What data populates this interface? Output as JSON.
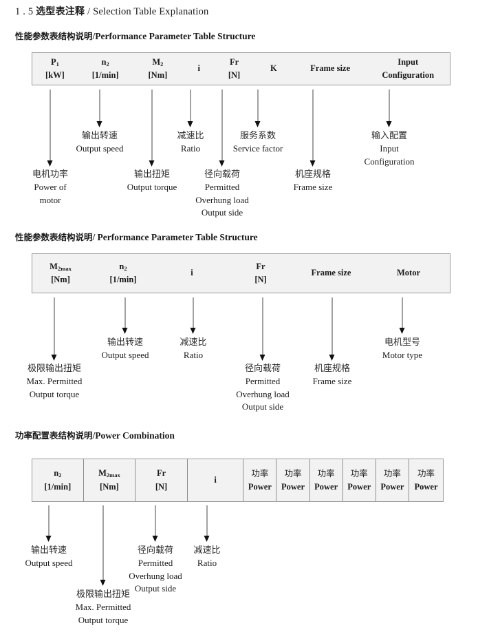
{
  "document": {
    "title_number": "1 . 5",
    "title_cn": "选型表注释",
    "title_sep": "/",
    "title_en": "Selection Table Explanation"
  },
  "sections": [
    {
      "heading_cn": "性能参数表结构说明",
      "heading_sep": "/",
      "heading_en": "Performance Parameter Table Structure",
      "table": {
        "divided": false,
        "columns": [
          {
            "line1": "P",
            "sub1": "1",
            "line2": "[kW]"
          },
          {
            "line1": "n",
            "sub1": "2",
            "line2": "[1/min]"
          },
          {
            "line1": "M",
            "sub1": "2",
            "line2": "[Nm]"
          },
          {
            "line1": "i",
            "sub1": "",
            "line2": ""
          },
          {
            "line1": "Fr",
            "sub1": "",
            "line2": "[N]"
          },
          {
            "line1": "K",
            "sub1": "",
            "line2": ""
          },
          {
            "line1": "Frame size",
            "sub1": "",
            "line2": ""
          },
          {
            "line1": "Input",
            "sub1": "",
            "line2": "Configuration"
          }
        ]
      },
      "annotations": [
        {
          "cn": "电机功率",
          "en": [
            "Power of",
            "motor"
          ]
        },
        {
          "cn": "输出转速",
          "en": [
            "Output speed"
          ]
        },
        {
          "cn": "输出扭矩",
          "en": [
            "Output torque"
          ]
        },
        {
          "cn": "减速比",
          "en": [
            "Ratio"
          ]
        },
        {
          "cn": "径向载荷",
          "en": [
            "Permitted",
            "Overhung load",
            "Output side"
          ]
        },
        {
          "cn": "服务系数",
          "en": [
            "Service factor"
          ]
        },
        {
          "cn": "机座规格",
          "en": [
            "Frame size"
          ]
        },
        {
          "cn": "输入配置",
          "en": [
            "Input",
            "Configuration"
          ]
        }
      ]
    },
    {
      "heading_cn": "性能参数表结构说明",
      "heading_sep": "/",
      "heading_en": "Performance Parameter Table Structure",
      "table": {
        "divided": false,
        "columns": [
          {
            "line1": "M",
            "sub1": "2max",
            "line2": "[Nm]"
          },
          {
            "line1": "n",
            "sub1": "2",
            "line2": "[1/min]"
          },
          {
            "line1": "i",
            "sub1": "",
            "line2": ""
          },
          {
            "line1": "Fr",
            "sub1": "",
            "line2": "[N]"
          },
          {
            "line1": "Frame size",
            "sub1": "",
            "line2": ""
          },
          {
            "line1": "Motor",
            "sub1": "",
            "line2": ""
          }
        ]
      },
      "annotations": [
        {
          "cn": "极限输出扭矩",
          "en": [
            "Max. Permitted",
            "Output  torque"
          ]
        },
        {
          "cn": "输出转速",
          "en": [
            "Output speed"
          ]
        },
        {
          "cn": "减速比",
          "en": [
            "Ratio"
          ]
        },
        {
          "cn": "径向载荷",
          "en": [
            "Permitted",
            "Overhung load",
            "Output side"
          ]
        },
        {
          "cn": "机座规格",
          "en": [
            "Frame size"
          ]
        },
        {
          "cn": "电机型号",
          "en": [
            "Motor type"
          ]
        }
      ]
    },
    {
      "heading_cn": "功率配置表结构说明",
      "heading_sep": "/",
      "heading_en": "Power Combination",
      "table": {
        "divided": true,
        "columns": [
          {
            "line1": "n",
            "sub1": "2",
            "line2": "[1/min]"
          },
          {
            "line1": "M",
            "sub1": "2max",
            "line2": "[Nm]"
          },
          {
            "line1": "Fr",
            "sub1": "",
            "line2": "[N]"
          },
          {
            "line1": "i",
            "sub1": "",
            "line2": ""
          },
          {
            "line1_cn": "功率",
            "line2": "Power"
          },
          {
            "line1_cn": "功率",
            "line2": "Power"
          },
          {
            "line1_cn": "功率",
            "line2": "Power"
          },
          {
            "line1_cn": "功率",
            "line2": "Power"
          },
          {
            "line1_cn": "功率",
            "line2": "Power"
          },
          {
            "line1_cn": "功率",
            "line2": "Power"
          }
        ]
      },
      "annotations": [
        {
          "cn": "输出转速",
          "en": [
            "Output speed"
          ]
        },
        {
          "cn": "极限输出扭矩",
          "en": [
            "Max. Permitted",
            "Output  torque"
          ]
        },
        {
          "cn": "径向载荷",
          "en": [
            "Permitted",
            "Overhung load",
            "Output side"
          ]
        },
        {
          "cn": "减速比",
          "en": [
            "Ratio"
          ]
        }
      ]
    }
  ]
}
